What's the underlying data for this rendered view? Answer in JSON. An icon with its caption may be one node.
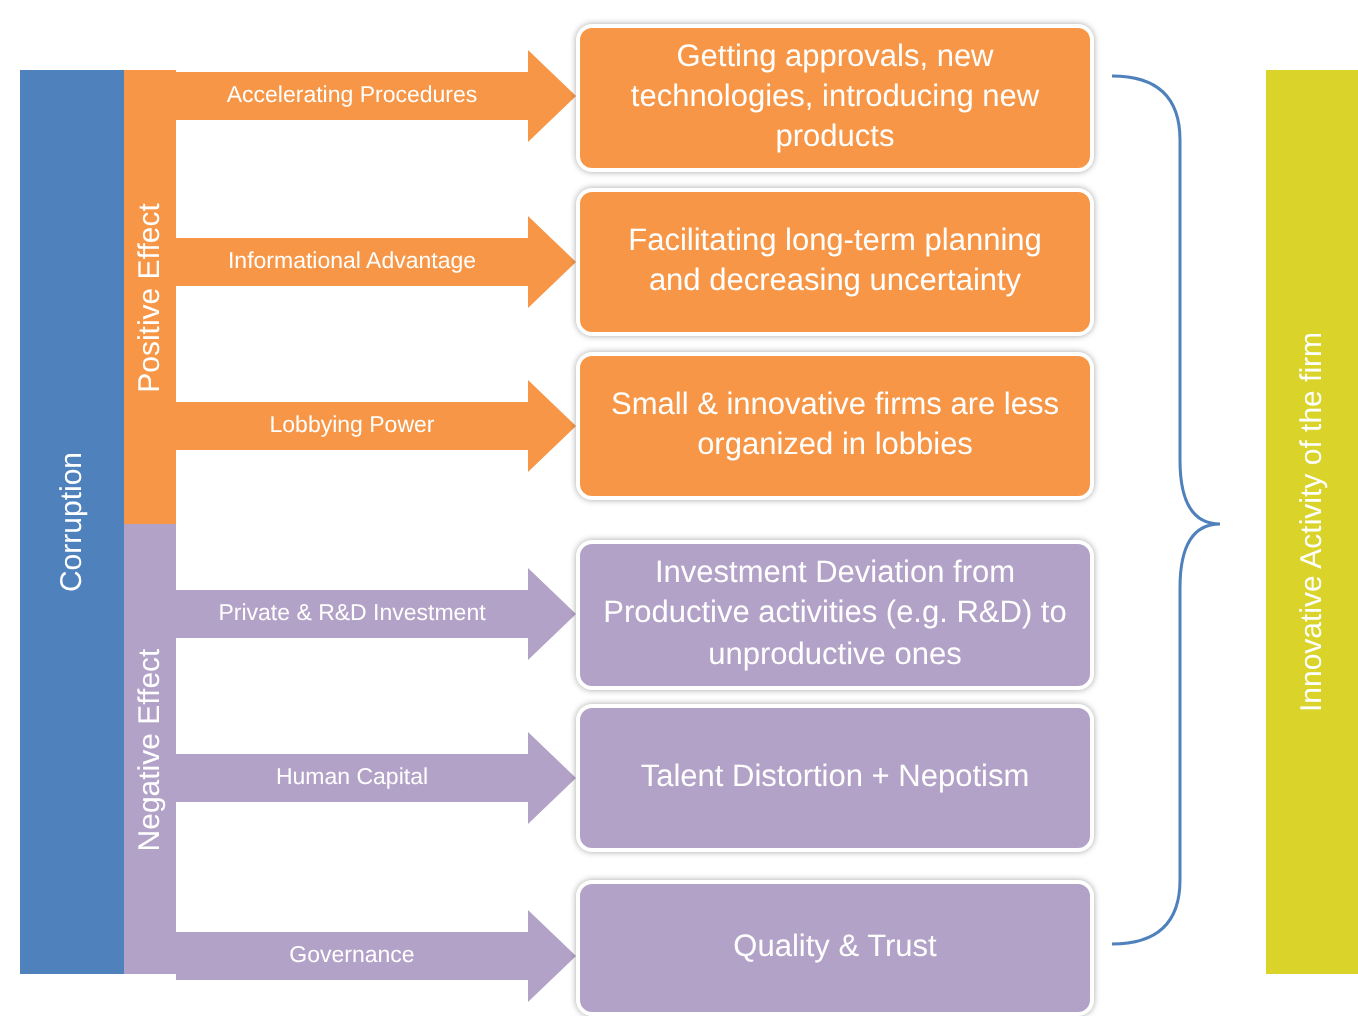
{
  "diagram": {
    "nodes": [
      {
        "text": [
          "Corruption"
        ]
      },
      {
        "text": [
          "Positive Effect"
        ]
      },
      {
        "text": [
          "Getting approvals, new technologies, introducing new products"
        ]
      },
      {
        "text": [
          "Facilitating long-term planning and decreasing uncertainty"
        ]
      },
      {
        "text": [
          "Small & innovative firms are less organized in lobbies"
        ]
      },
      {
        "text": [
          "Negative Effect"
        ]
      },
      {
        "text": [
          "Investment Deviation from Productive activities (e.g. R&D) to unproductive ones"
        ]
      },
      {
        "text": [
          "Talent Distortion + Nepotism"
        ]
      },
      {
        "text": [
          "Quality & Trust"
        ]
      },
      {
        "text": [
          "Innovative Activity of the firm"
        ]
      }
    ],
    "edges": [
      {
        "from": 1,
        "to": 2,
        "arrow": "to",
        "label": "Accelerating Procedures",
        "style": "thick",
        "color": "#f79646"
      },
      {
        "from": 1,
        "to": 3,
        "arrow": "to",
        "label": "Informational Advantage",
        "style": "thick",
        "color": "#f79646"
      },
      {
        "from": 1,
        "to": 4,
        "arrow": "to",
        "label": "Lobbying Power",
        "style": "thick",
        "color": "#f79646"
      },
      {
        "from": 5,
        "to": 6,
        "arrow": "to",
        "label": "Private & R&D Investment",
        "style": "thick",
        "color": "#b3a2c7"
      },
      {
        "from": 5,
        "to": 7,
        "arrow": "to",
        "label": "Human Capital",
        "style": "thick",
        "color": "#b3a2c7"
      },
      {
        "from": 5,
        "to": 8,
        "arrow": "to",
        "label": "Governance",
        "style": "thick",
        "color": "#b3a2c7"
      }
    ]
  }
}
